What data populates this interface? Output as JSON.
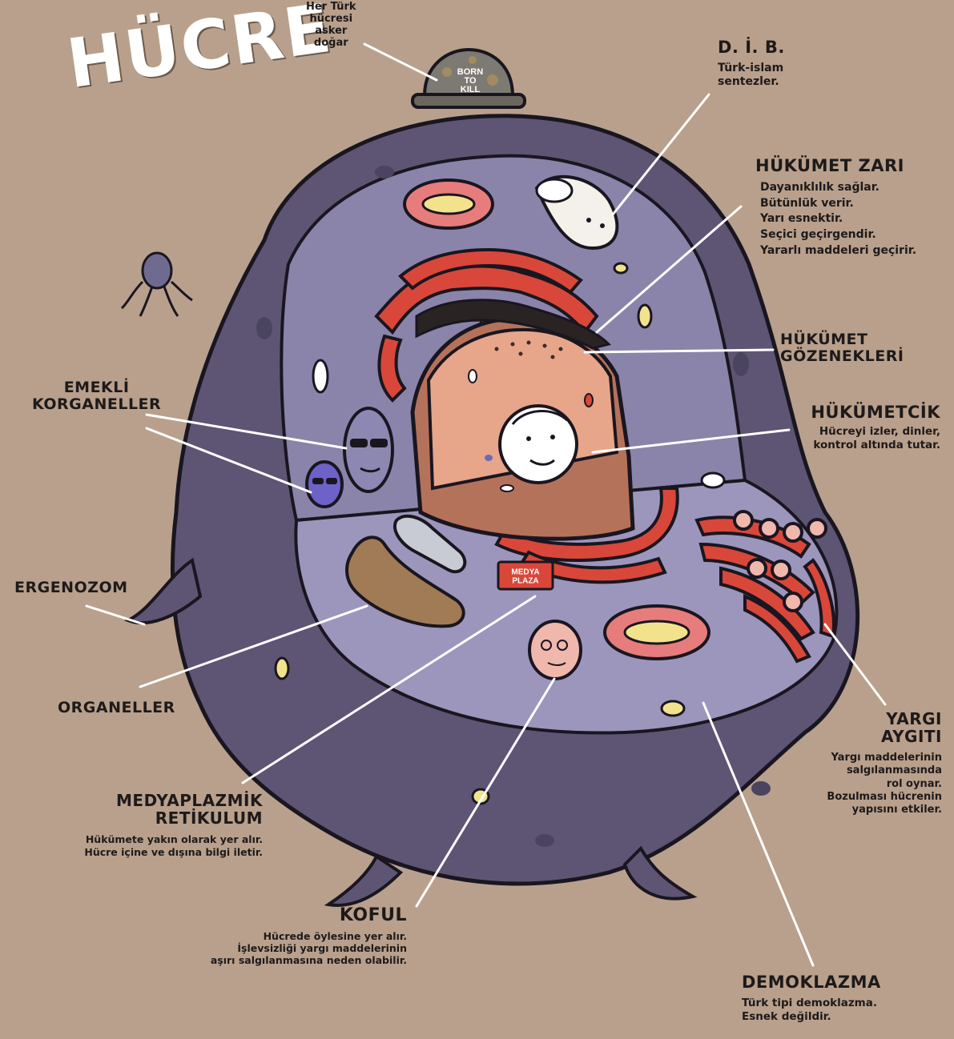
{
  "title": "HÜCRE",
  "colors": {
    "background": "#b8a08c",
    "cytoplasm_outer": "#5e5574",
    "cytoplasm_inner": "#9790b4",
    "nucleus": "#b5725a",
    "reticulum": "#d9473a",
    "leader_line": "#ffffff"
  },
  "helmet": {
    "text": "BORN TO KILL"
  },
  "media_plaza": "MEDYA PLAZA",
  "labels": {
    "asker": {
      "lines": [
        "Her Türk",
        "hücresi",
        "asker",
        "doğar"
      ]
    },
    "dib": {
      "name": "D. İ. B.",
      "desc": [
        "Türk-islam",
        "sentezler."
      ]
    },
    "zar": {
      "name": "HÜKÜMET ZARI",
      "desc": [
        "Dayanıklılık sağlar.",
        "Bütünlük verir.",
        "Yarı esnektir.",
        "Seçici geçirgendir.",
        "Yararlı maddeleri geçirir."
      ]
    },
    "gozenek": {
      "name": [
        "HÜKÜMET",
        "GÖZENEKLERİ"
      ]
    },
    "hukumetcik": {
      "name": "HÜKÜMETCİK",
      "desc": [
        "Hücreyi izler, dinler,",
        "kontrol altında tutar."
      ]
    },
    "emekli": {
      "name": [
        "EMEKLİ",
        "KORGANELLER"
      ]
    },
    "ergenozom": {
      "name": "ERGENOZOM"
    },
    "organeller": {
      "name": "ORGANELLER"
    },
    "yargi": {
      "name": [
        "YARGI",
        "AYGITI"
      ],
      "desc": [
        "Yargı maddelerinin",
        "salgılanmasında",
        "rol oynar.",
        "Bozulması hücrenin",
        "yapısını etkiler."
      ]
    },
    "medya": {
      "name": [
        "MEDYAPLAZMİK",
        "RETİKULUM"
      ],
      "desc": [
        "Hükümete yakın olarak yer alır.",
        "Hücre içine ve dışına bilgi iletir."
      ]
    },
    "koful": {
      "name": "KOFUL",
      "desc": [
        "Hücrede öylesine yer alır.",
        "İşlevsizliği yargı maddelerinin",
        "aşırı salgılanmasına neden olabilir."
      ]
    },
    "demoklazma": {
      "name": "DEMOKLAZMA",
      "desc": [
        "Türk tipi demoklazma.",
        "Esnek değildir."
      ]
    }
  }
}
